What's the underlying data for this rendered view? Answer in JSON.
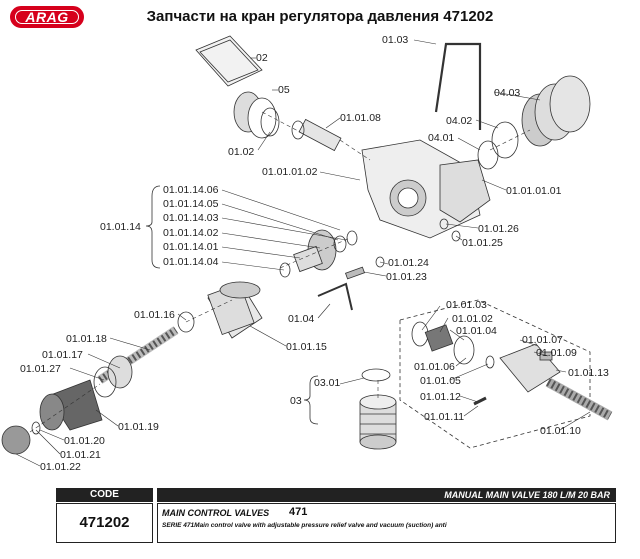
{
  "header": {
    "logo_text": "ARAG",
    "title": "Запчасти на кран регулятора давления 471202"
  },
  "parts": {
    "p02": "02",
    "p05": "05",
    "p0102": "01.02",
    "p010108": "01.01.08",
    "p0103": "01.03",
    "p0403": "04.03",
    "p0402": "04.02",
    "p0401": "04.01",
    "p01010101": "01.01.01.01",
    "p01010102": "01.01.01.02",
    "p01011406": "01.01.14.06",
    "p01011405": "01.01.14.05",
    "p01011403": "01.01.14.03",
    "p010114": "01.01.14",
    "p01011402": "01.01.14.02",
    "p01011401": "01.01.14.01",
    "p01011404": "01.01.14.04",
    "p010126": "01.01.26",
    "p010125": "01.01.25",
    "p010124": "01.01.24",
    "p010123": "01.01.23",
    "p0104": "01.04",
    "p010116": "01.01.16",
    "p010115": "01.01.15",
    "p010118": "01.01.18",
    "p010117": "01.01.17",
    "p010127": "01.01.27",
    "p010119": "01.01.19",
    "p010120": "01.01.20",
    "p010121": "01.01.21",
    "p010122": "01.01.22",
    "p010103": "01.01.03",
    "p010102": "01.01.02",
    "p010104": "01.01.04",
    "p010106": "01.01.06",
    "p010105": "01.01.05",
    "p010112": "01.01.12",
    "p010111": "01.01.11",
    "p010107": "01.01.07",
    "p010109": "01.01.09",
    "p010113": "01.01.13",
    "p010110": "01.01.10",
    "p0301": "03.01",
    "p03": "03"
  },
  "footer": {
    "code_header": "CODE",
    "code_value": "471202",
    "desc_header": "MANUAL MAIN VALVE 180 L/M 20 BAR",
    "desc_title": "MAIN CONTROL VALVES",
    "desc_number": "471",
    "desc_sub": "SERIE 471Main control valve with adjustable pressure relief valve and vacuum (suction) anti"
  }
}
